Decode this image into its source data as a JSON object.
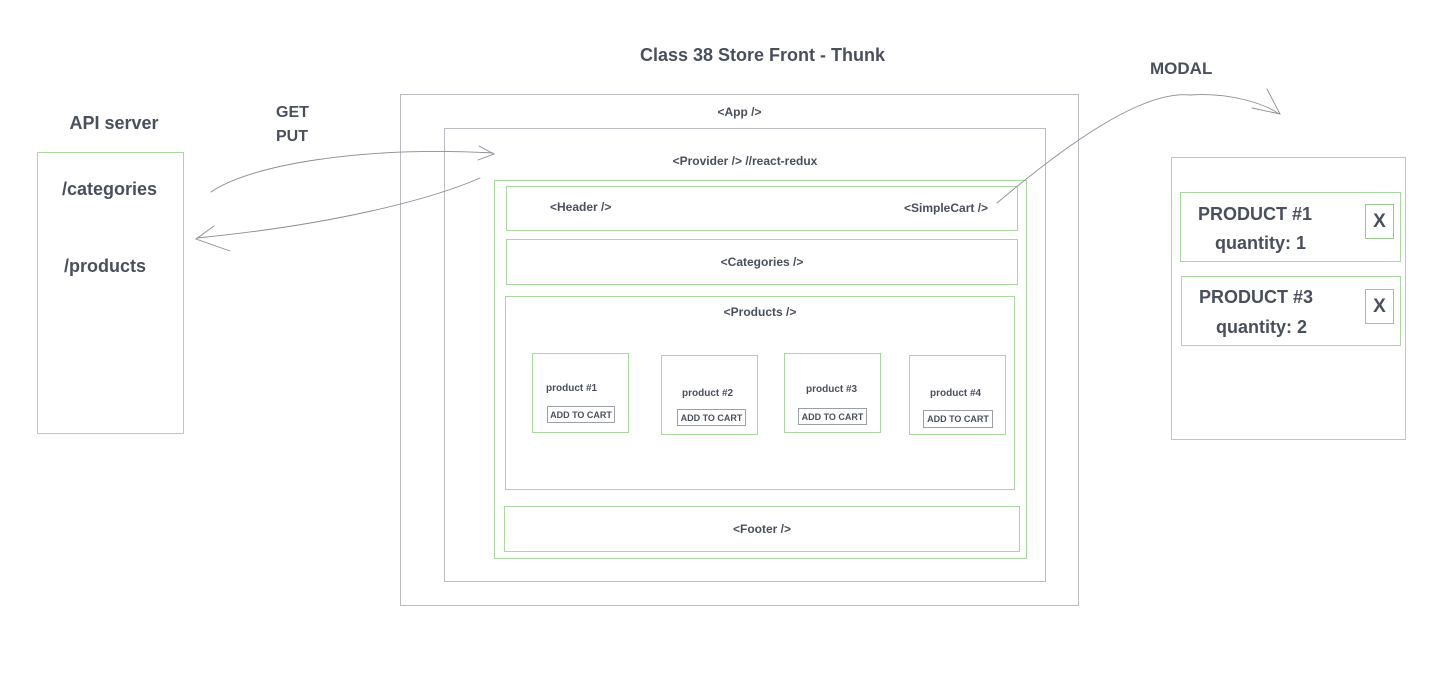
{
  "title": "Class 38 Store Front - Thunk",
  "api": {
    "title": "API server",
    "endpoints": [
      "/categories",
      "/products"
    ]
  },
  "methods": [
    "GET",
    "PUT"
  ],
  "modal_label": "MODAL",
  "app": {
    "app_label": "<App />",
    "provider_label": "<Provider /> //react-redux",
    "header_label": "<Header />",
    "simplecart_label": "<SimpleCart />",
    "categories_label": "<Categories />",
    "products_label": "<Products />",
    "footer_label": "<Footer />",
    "products": [
      {
        "name": "product #1",
        "button": "ADD TO CART"
      },
      {
        "name": "product #2",
        "button": "ADD TO CART"
      },
      {
        "name": "product #3",
        "button": "ADD TO CART"
      },
      {
        "name": "product #4",
        "button": "ADD TO CART"
      }
    ]
  },
  "modal": {
    "items": [
      {
        "name": "PRODUCT #1",
        "quantity": "quantity: 1",
        "close": "X"
      },
      {
        "name": "PRODUCT #3",
        "quantity": "quantity: 2",
        "close": "X"
      }
    ]
  }
}
